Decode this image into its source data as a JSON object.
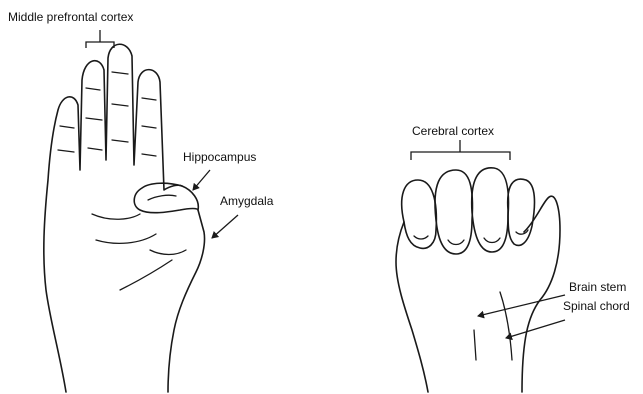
{
  "labels": {
    "middle_prefrontal_cortex": "Middle prefrontal cortex",
    "hippocampus": "Hippocampus",
    "amygdala": "Amygdala",
    "cerebral_cortex": "Cerebral cortex",
    "brain_stem": "Brain stem",
    "spinal_chord": "Spinal chord"
  },
  "colors": {
    "ink": "#1a1a1a",
    "background": "#ffffff"
  }
}
